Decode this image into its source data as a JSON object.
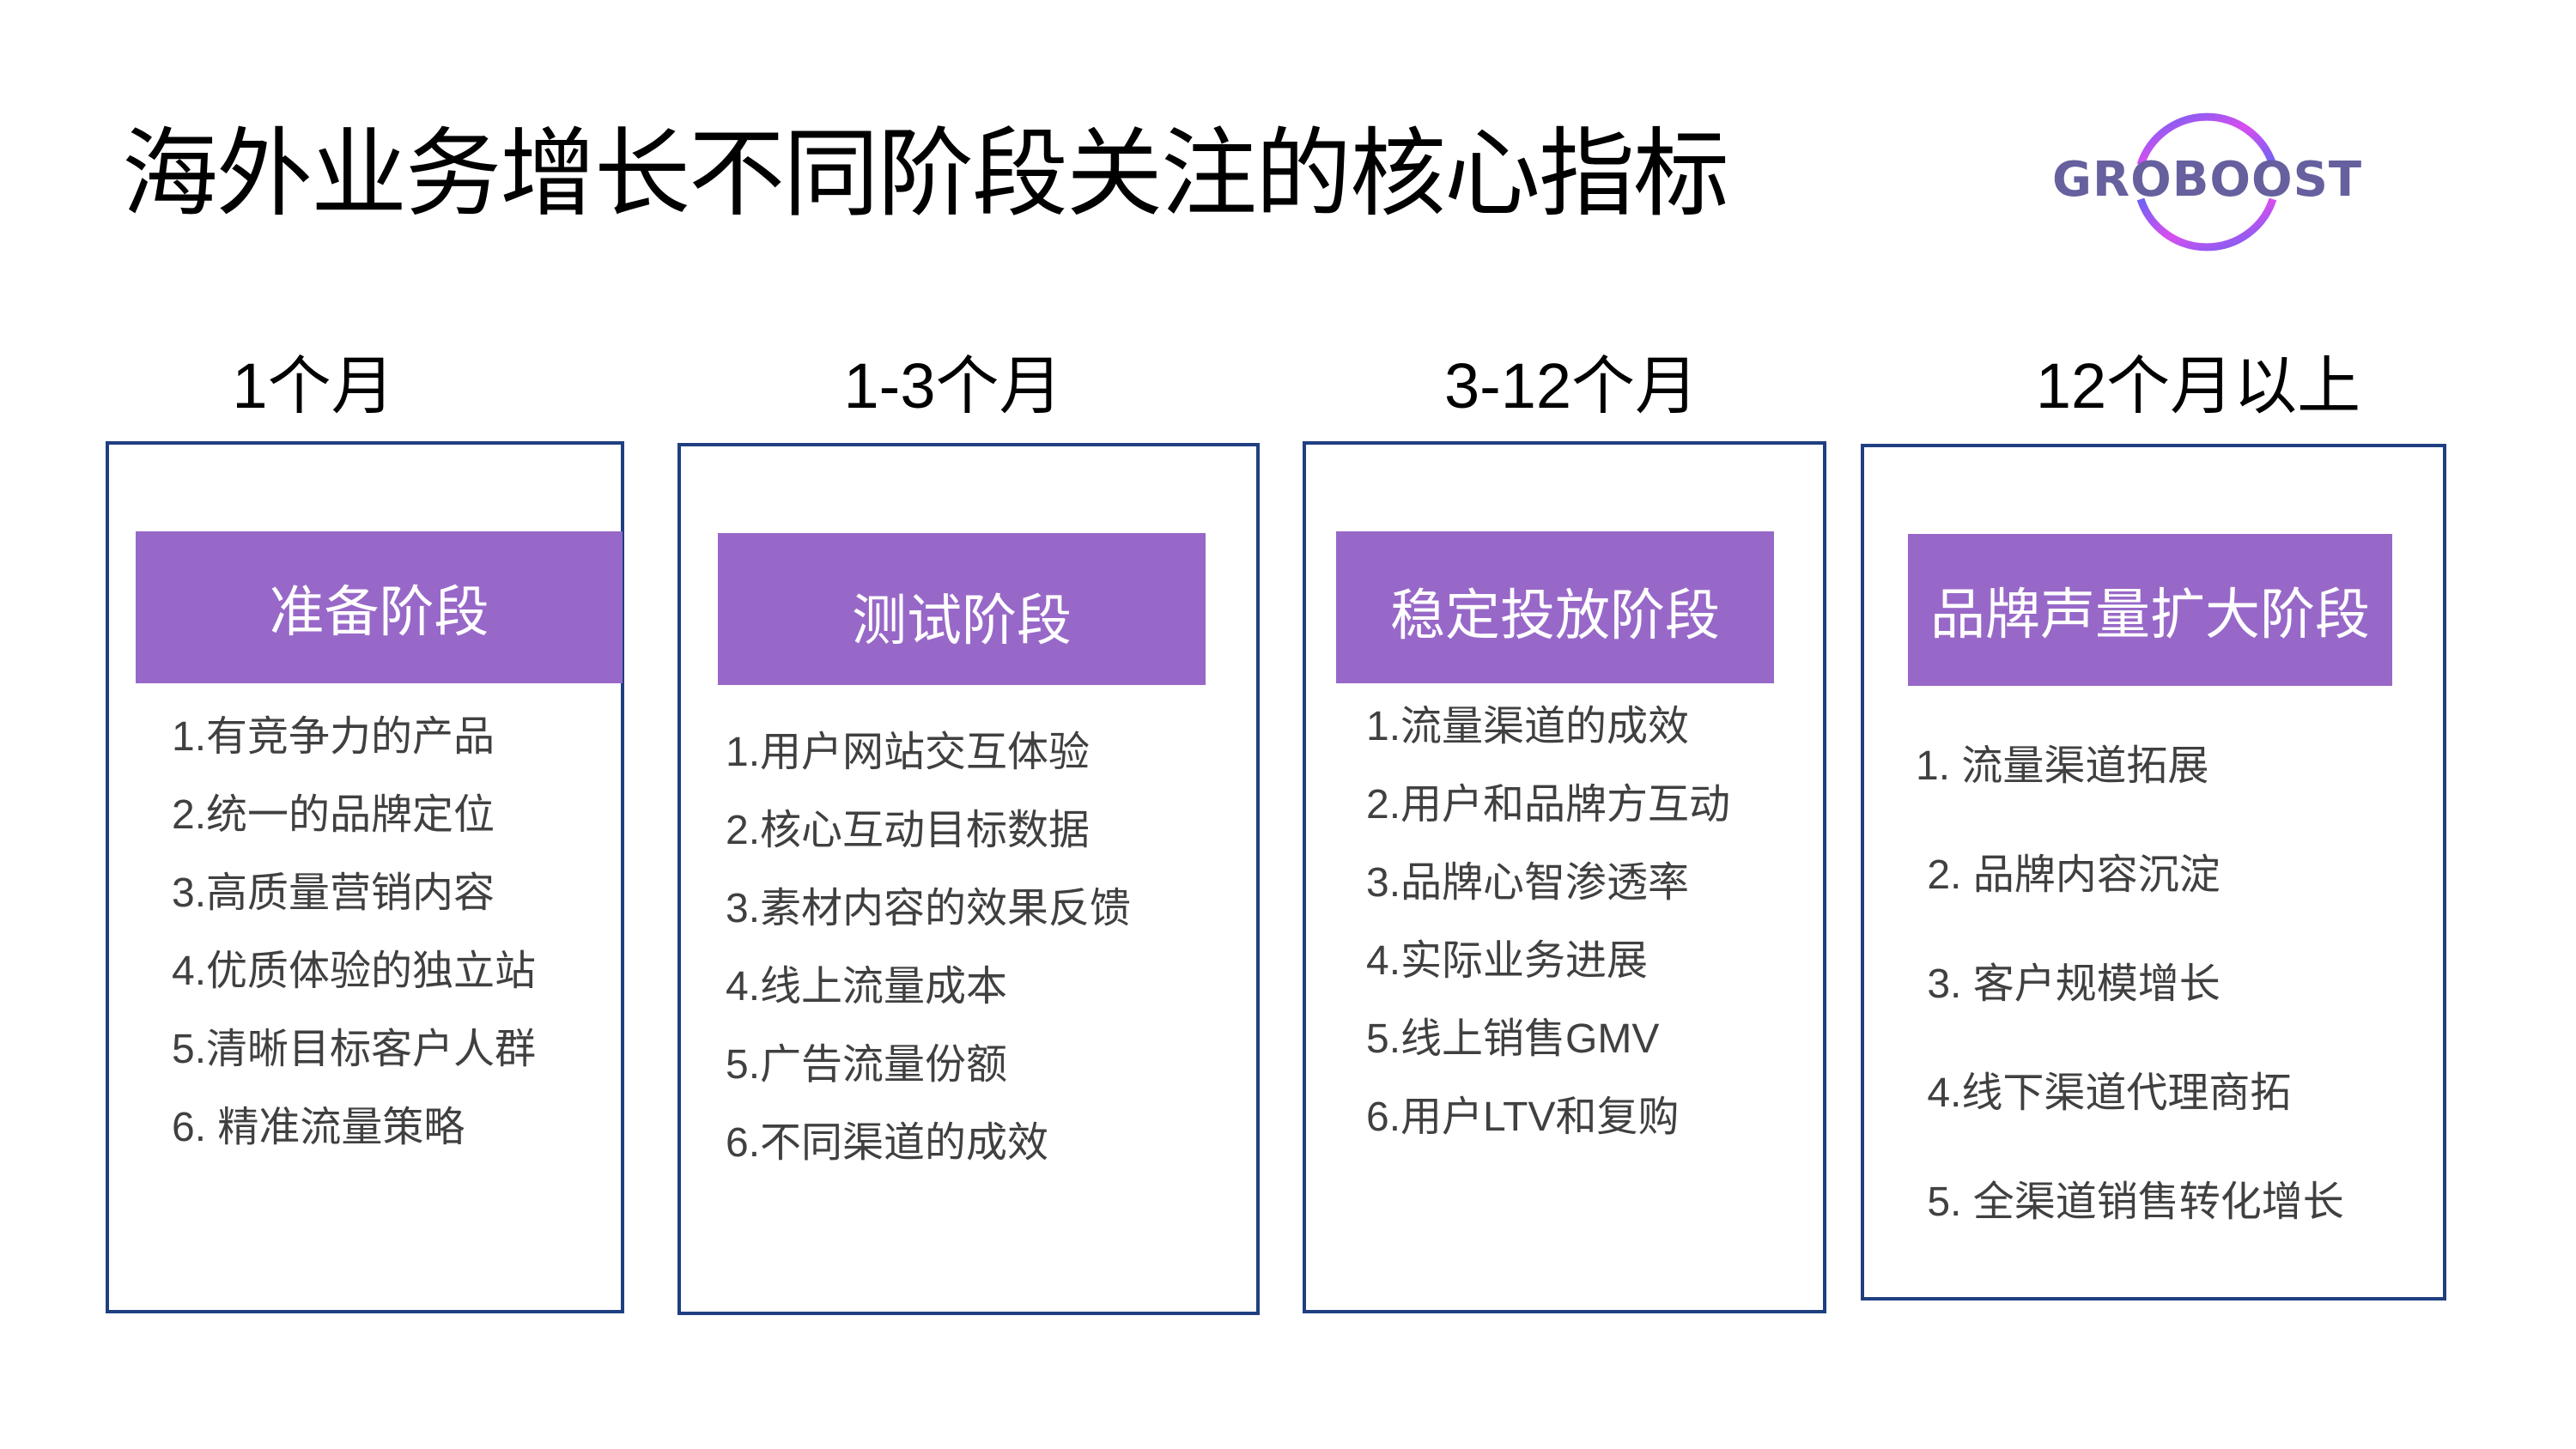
{
  "title": "海外业务增长不同阶段关注的核心指标",
  "logo": {
    "text": "GROBOOST",
    "ring_gradient": [
      "#6b63f2",
      "#d84ef0"
    ],
    "text_color": "#66609e"
  },
  "colors": {
    "header_purple": "#9868c8",
    "box_border": "#1f3f80",
    "list_text": "#404040"
  },
  "stages": [
    {
      "period": "1个月",
      "name": "准备阶段",
      "items": [
        "1.有竞争力的产品",
        "2.统一的品牌定位",
        "3.高质量营销内容",
        "4.优质体验的独立站",
        "5.清晰目标客户人群",
        "6. 精准流量策略"
      ]
    },
    {
      "period": "1-3个月",
      "name": "测试阶段",
      "items": [
        "1.用户网站交互体验",
        "2.核心互动目标数据",
        "3.素材内容的效果反馈",
        "4.线上流量成本",
        "5.广告流量份额",
        "6.不同渠道的成效"
      ]
    },
    {
      "period": "3-12个月",
      "name": "稳定投放阶段",
      "items": [
        "1.流量渠道的成效",
        "2.用户和品牌方互动",
        "3.品牌心智渗透率",
        "4.实际业务进展",
        "5.线上销售GMV",
        "6.用户LTV和复购"
      ]
    },
    {
      "period": "12个月以上",
      "name": "品牌声量扩大阶段",
      "items": [
        "1. 流量渠道拓展",
        " 2. 品牌内容沉淀",
        " 3. 客户规模增长",
        " 4.线下渠道代理商拓",
        " 5. 全渠道销售转化增长"
      ]
    }
  ]
}
